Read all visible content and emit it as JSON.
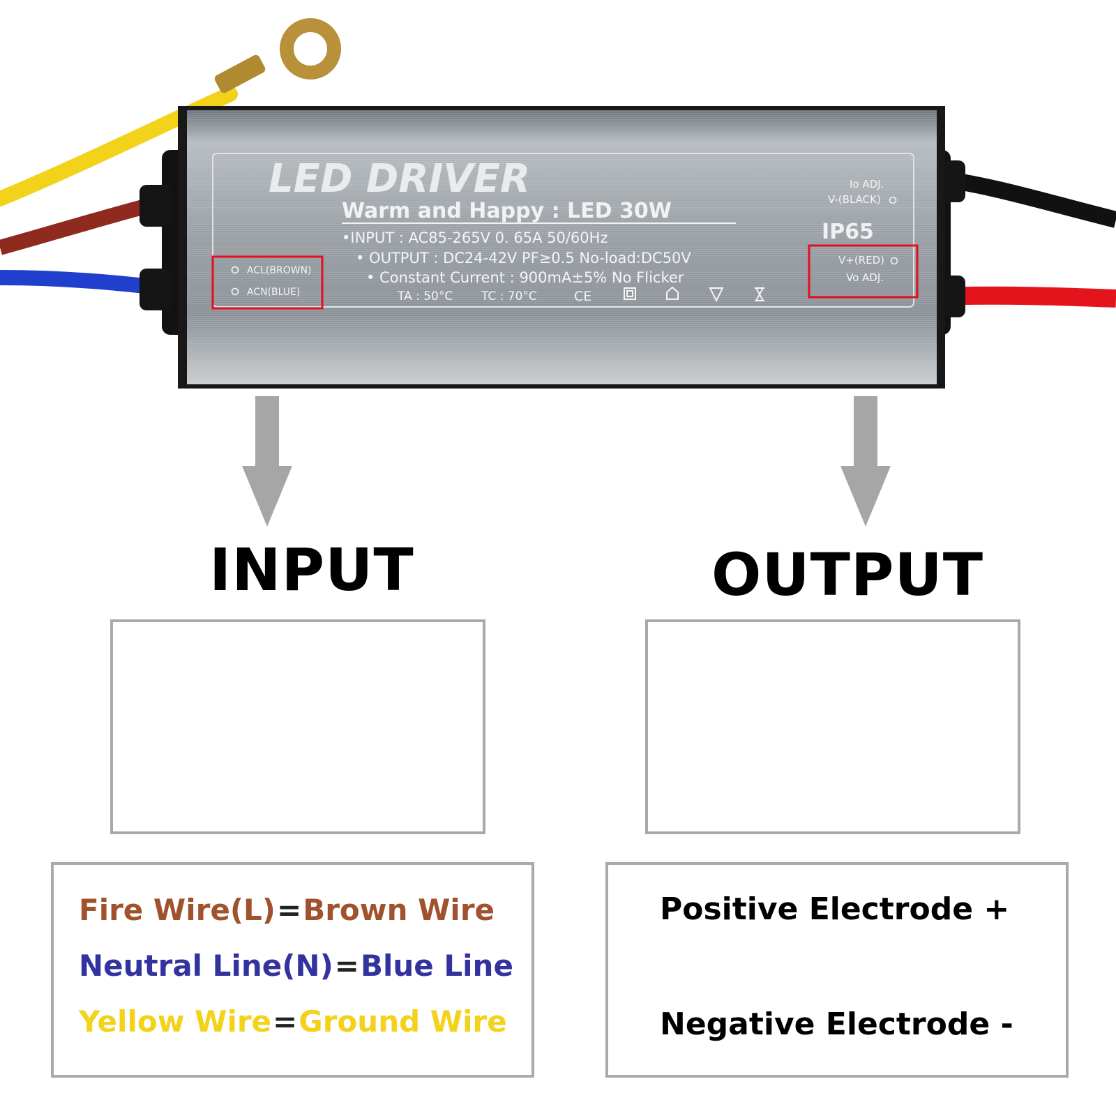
{
  "device": {
    "title": "LED DRIVER",
    "subtitle": "Warm and Happy : LED 30W",
    "specs": [
      "•INPUT : AC85-265V  0. 65A  50/60Hz",
      "• OUTPUT : DC24-42V  PF≥0.5  No-load:DC50V",
      "•  Constant Current : 900mA±5%  No Flicker"
    ],
    "ratings": {
      "ta": "TA : 50°C",
      "tc": "TC : 70°C",
      "ce": "CE"
    },
    "left_labels": [
      "ACL(BROWN)",
      "ACN(BLUE)"
    ],
    "right_top_labels": [
      "Io ADJ.",
      "V-(BLACK)"
    ],
    "ip_rating": "IP65",
    "right_labels": [
      "V+(RED)",
      "Vo ADJ."
    ]
  },
  "input": {
    "heading": "INPUT",
    "legend": [
      {
        "left": "Fire Wire(L)",
        "eq": "=",
        "right": "Brown Wire",
        "color": "#a0522d"
      },
      {
        "left": "Neutral Line(N)",
        "eq": "=",
        "right": "Blue Line",
        "color": "#3333a0"
      },
      {
        "left": "Yellow Wire",
        "eq": "=",
        "right": "Ground Wire",
        "color": "#f2d21b"
      }
    ]
  },
  "output": {
    "heading": "OUTPUT",
    "positive": "Positive Electrode +",
    "negative": "Negative Electrode -"
  },
  "colors": {
    "highlight": "#e01020",
    "arrow": "#a6a6a6",
    "box_border": "#a9a9a9"
  }
}
